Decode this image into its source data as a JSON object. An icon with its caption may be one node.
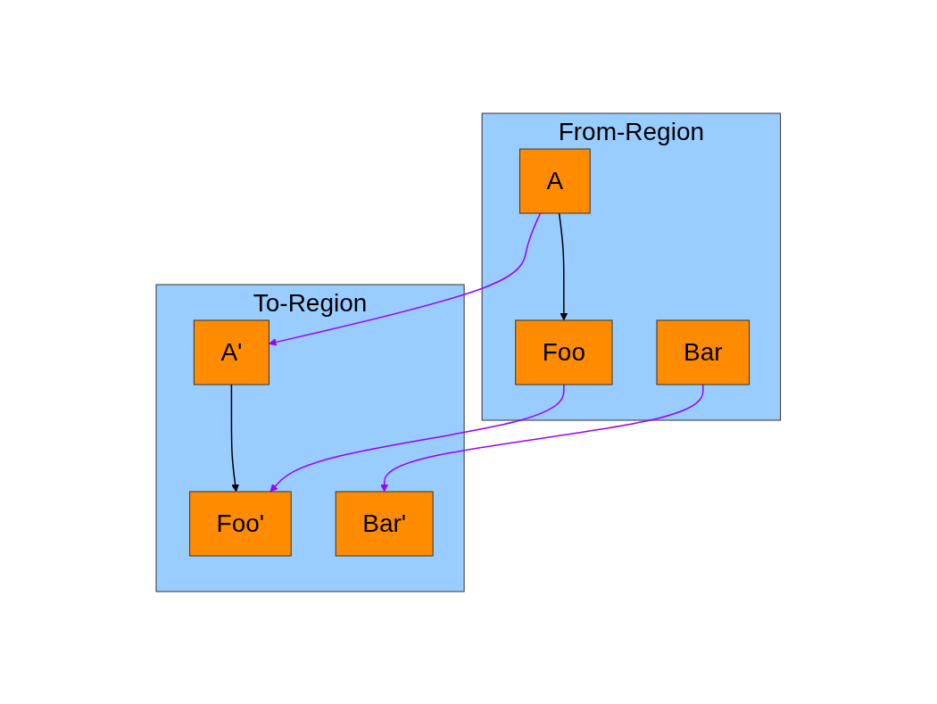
{
  "diagram": {
    "nodes": [
      {
        "text": [
          "From-Region"
        ]
      },
      {
        "text": [
          "A"
        ],
        "in": 0
      },
      {
        "text": [
          "Foo"
        ],
        "in": 0
      },
      {
        "text": [
          "Bar"
        ],
        "in": 0
      },
      {
        "text": [
          "To-Region"
        ]
      },
      {
        "text": [
          "A'"
        ],
        "in": 4
      },
      {
        "text": [
          "Foo'"
        ],
        "in": 4
      },
      {
        "text": [
          "Bar'"
        ],
        "in": 4
      }
    ],
    "edges": [
      {
        "from": 1,
        "to": 5,
        "arrow": "to"
      },
      {
        "from": 1,
        "to": 2,
        "arrow": "to",
        "color": "#000000"
      },
      {
        "from": 5,
        "to": 6,
        "arrow": "to",
        "color": "#000000"
      },
      {
        "from": 2,
        "to": 6,
        "arrow": "to"
      },
      {
        "from": 3,
        "to": 7,
        "arrow": "to"
      }
    ]
  }
}
